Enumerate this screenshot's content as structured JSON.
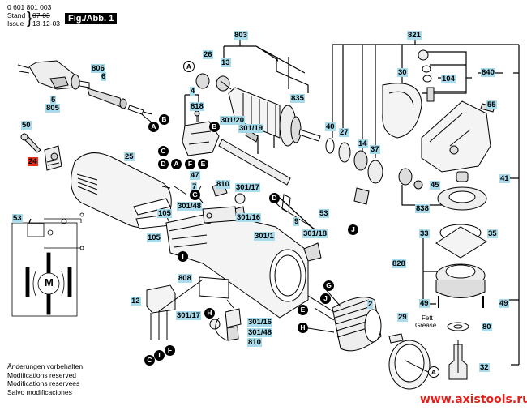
{
  "header": {
    "part_number": "0 601 801 003",
    "stand_label": "Stand",
    "stand_value": "07-03",
    "issue_label": "Issue",
    "issue_value": "13-12-03",
    "figure_label": "Fig./Abb. 1"
  },
  "labels": {
    "l803": "803",
    "l821": "821",
    "l806": "806",
    "l6": "6",
    "l5": "5",
    "l805": "805",
    "l26": "26",
    "l13": "13",
    "l835": "835",
    "l30": "30",
    "l840": "840",
    "l104": "104",
    "l4": "4",
    "l818": "818",
    "l55": "55",
    "l50": "50",
    "l24": "24",
    "l25": "25",
    "l301_20": "301/20",
    "l301_19": "301/19",
    "l40": "40",
    "l27": "27",
    "l14": "14",
    "l37": "37",
    "l41": "41",
    "l47": "47",
    "l7": "7",
    "l810a": "810",
    "l301_17a": "301/17",
    "l301_48a": "301/48",
    "l301_16a": "301/16",
    "l45": "45",
    "l838": "838",
    "l53a": "53",
    "l105a": "105",
    "l105b": "105",
    "l9": "9",
    "l53b": "53",
    "l301_18": "301/18",
    "l301_1": "301/1",
    "l33": "33",
    "l35": "35",
    "l828": "828",
    "l808": "808",
    "l12": "12",
    "l49a": "49",
    "l49b": "49",
    "l2": "2",
    "l301_17b": "301/17",
    "l301_16b": "301/16",
    "l301_48b": "301/48",
    "l810b": "810",
    "l29": "29",
    "l80": "80",
    "l32": "32"
  },
  "connectors": {
    "A": "A",
    "B": "B",
    "C": "C",
    "D": "D",
    "E": "E",
    "F": "F",
    "G": "G",
    "H": "H",
    "I": "I",
    "J": "J"
  },
  "grease": {
    "line1": "Fett",
    "line2": "Grease"
  },
  "motor_symbol": "M",
  "notes": [
    "Änderungen vorbehalten",
    "Modifications reserved",
    "Modifications reservees",
    "Salvo modificaciones"
  ],
  "watermark": "www.axistools.ru",
  "colors": {
    "label_bg": "#a8dcec",
    "highlight_label_bg": "#e0301e",
    "watermark": "#e0201a"
  }
}
